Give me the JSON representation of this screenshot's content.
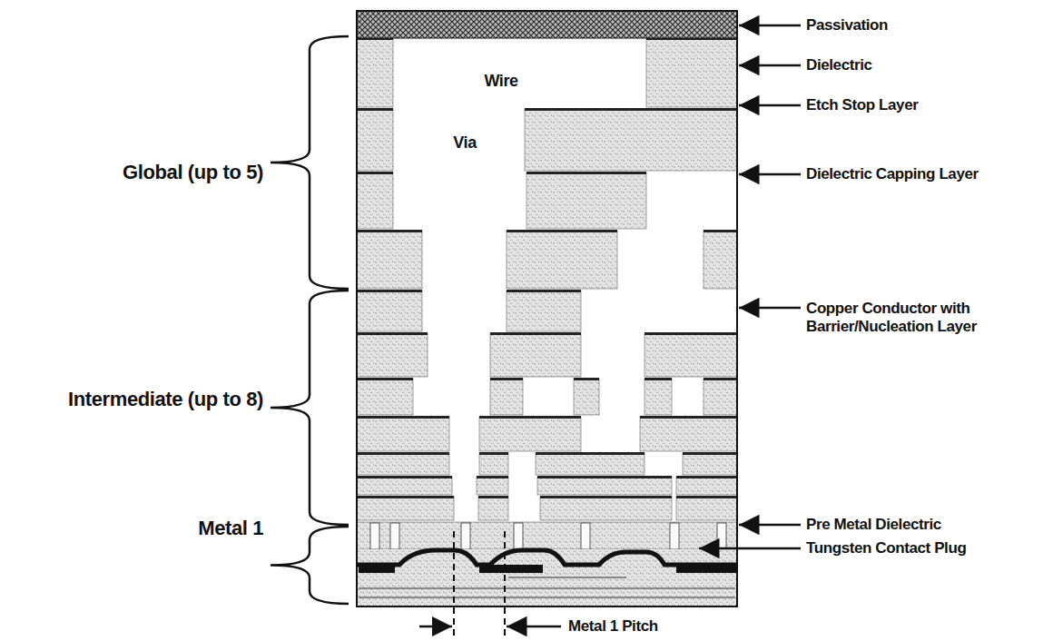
{
  "diagram": {
    "labels": [
      "Passivation",
      "Wire",
      "Dielectric",
      "Etch Stop Layer",
      "Via",
      "Global (up to 5)",
      "Dielectric Capping Layer",
      "Copper Conductor with Barrier/Nucleation Layer",
      "Intermediate (up to 8)",
      "Metal 1",
      "Pre Metal Dielectric",
      "Tungsten Contact Plug",
      "Metal 1 Pitch"
    ]
  }
}
